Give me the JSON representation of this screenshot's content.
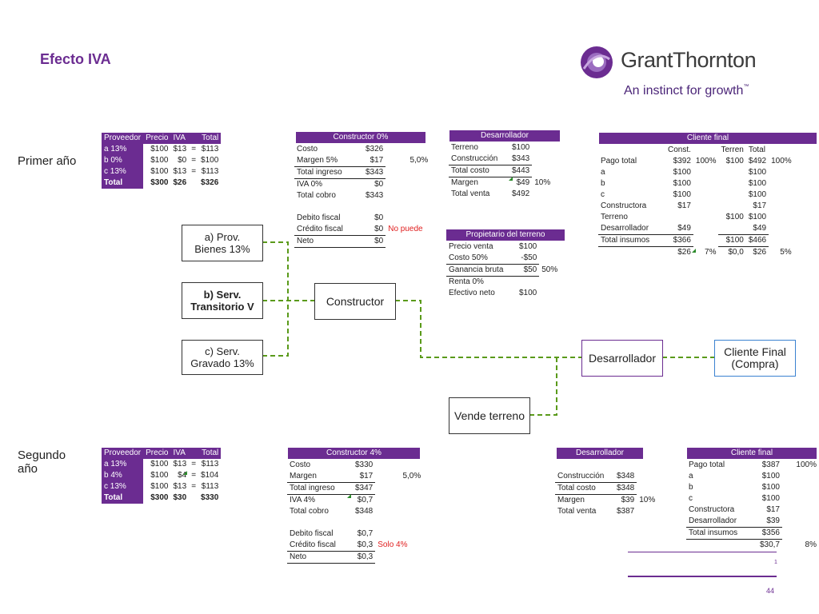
{
  "title": "Efecto IVA",
  "logo": {
    "name": "GrantThornton",
    "tagline": "An instinct for growth",
    "tm": "™"
  },
  "years": {
    "first": "Primer año",
    "second_line1": "Segundo",
    "second_line2": "año"
  },
  "first_year": {
    "proveedor": {
      "headers": [
        "Proveedor",
        "Precio",
        "IVA",
        "",
        "Total"
      ],
      "rows": [
        [
          "a 13%",
          "$100",
          "$13",
          "=",
          "$113"
        ],
        [
          "b 0%",
          "$100",
          "$0",
          "=",
          "$100"
        ],
        [
          "c 13%",
          "$100",
          "$13",
          "=",
          "$113"
        ],
        [
          "Total",
          "$300",
          "$26",
          "",
          "$326"
        ]
      ]
    },
    "constructor": {
      "title": "Constructor 0%",
      "rows": [
        [
          "Costo",
          "$326",
          ""
        ],
        [
          "Margen 5%",
          "$17",
          "5,0%"
        ],
        [
          "Total ingreso",
          "$343",
          ""
        ],
        [
          "IVA 0%",
          "$0",
          ""
        ],
        [
          "Total cobro",
          "$343",
          ""
        ],
        [
          "",
          "",
          ""
        ],
        [
          "Debito fiscal",
          "$0",
          ""
        ],
        [
          "Crédito fiscal",
          "$0",
          "No puede"
        ],
        [
          "Neto",
          "$0",
          ""
        ]
      ]
    },
    "desarrollador": {
      "title": "Desarrollador",
      "rows": [
        [
          "Terreno",
          "$100",
          ""
        ],
        [
          "Construcción",
          "$343",
          ""
        ],
        [
          "Total costo",
          "$443",
          ""
        ],
        [
          "Margen",
          "$49",
          "10%"
        ],
        [
          "Total venta",
          "$492",
          ""
        ]
      ]
    },
    "propietario": {
      "title": "Propietario del terreno",
      "rows": [
        [
          "Precio venta",
          "$100",
          ""
        ],
        [
          "Costo 50%",
          "-$50",
          ""
        ],
        [
          "Ganancia bruta",
          "$50",
          "50%"
        ],
        [
          "Renta 0%",
          "",
          ""
        ],
        [
          "Efectivo neto",
          "$100",
          ""
        ]
      ]
    },
    "cliente": {
      "title": "Cliente final",
      "headers": [
        "",
        "Const.",
        "",
        "Terren",
        "Total",
        ""
      ],
      "rows": [
        [
          "Pago total",
          "$392",
          "100%",
          "$100",
          "$492",
          "100%"
        ],
        [
          "a",
          "$100",
          "",
          "",
          "$100",
          ""
        ],
        [
          "b",
          "$100",
          "",
          "",
          "$100",
          ""
        ],
        [
          "c",
          "$100",
          "",
          "",
          "$100",
          ""
        ],
        [
          "Constructora",
          "$17",
          "",
          "",
          "$17",
          ""
        ],
        [
          "Terreno",
          "",
          "",
          "$100",
          "$100",
          ""
        ],
        [
          "Desarrollador",
          "$49",
          "",
          "",
          "$49",
          ""
        ],
        [
          "Total insumos",
          "$366",
          "",
          "$100",
          "$466",
          ""
        ],
        [
          "",
          "$26",
          "7%",
          "$0,0",
          "$26",
          "5%"
        ]
      ]
    }
  },
  "flow": {
    "prov_a": "a)    Prov.\nBienes 13%",
    "serv_b_1": "b) Serv.",
    "serv_b_2": "Transitorio V",
    "serv_c_1": "c) Serv.",
    "serv_c_2": "Gravado 13%",
    "constructor": "Constructor",
    "desarrollador": "Desarrollador",
    "cliente_1": "Cliente Final",
    "cliente_2": "(Compra)",
    "vende": "Vende terreno"
  },
  "second_year": {
    "proveedor": {
      "headers": [
        "Proveedor",
        "Precio",
        "IVA",
        "",
        "Total"
      ],
      "rows": [
        [
          "a 13%",
          "$100",
          "$13",
          "=",
          "$113"
        ],
        [
          "b 4%",
          "$100",
          "$4",
          "=",
          "$104"
        ],
        [
          "c 13%",
          "$100",
          "$13",
          "=",
          "$113"
        ],
        [
          "Total",
          "$300",
          "$30",
          "",
          "$330"
        ]
      ]
    },
    "constructor": {
      "title": "Constructor 4%",
      "rows": [
        [
          "Costo",
          "$330",
          ""
        ],
        [
          "Margen",
          "$17",
          "5,0%"
        ],
        [
          "Total ingreso",
          "$347",
          ""
        ],
        [
          "IVA 4%",
          "$0,7",
          ""
        ],
        [
          "Total cobro",
          "$348",
          ""
        ],
        [
          "",
          "",
          ""
        ],
        [
          "Debito fiscal",
          "$0,7",
          ""
        ],
        [
          "Crédito fiscal",
          "$0,3",
          "Solo 4%"
        ],
        [
          "Neto",
          "$0,3",
          ""
        ]
      ]
    },
    "desarrollador": {
      "title": "Desarrollador",
      "rows": [
        [
          "",
          "",
          ""
        ],
        [
          "Construcción",
          "$348",
          ""
        ],
        [
          "Total costo",
          "$348",
          ""
        ],
        [
          "Margen",
          "$39",
          "10%"
        ],
        [
          "Total venta",
          "$387",
          ""
        ]
      ]
    },
    "cliente": {
      "title": "Cliente final",
      "rows": [
        [
          "Pago total",
          "$387",
          "100%"
        ],
        [
          "a",
          "$100",
          ""
        ],
        [
          "b",
          "$100",
          ""
        ],
        [
          "c",
          "$100",
          ""
        ],
        [
          "Constructora",
          "$17",
          ""
        ],
        [
          "Desarrollador",
          "$39",
          ""
        ],
        [
          "Total insumos",
          "$356",
          ""
        ],
        [
          "",
          "$30,7",
          "8%"
        ]
      ]
    }
  },
  "footer": {
    "small": "1",
    "page": "44"
  },
  "colors": {
    "brand": "#6b2c91",
    "connector": "#5a9a1a",
    "alert": "#e02020"
  }
}
